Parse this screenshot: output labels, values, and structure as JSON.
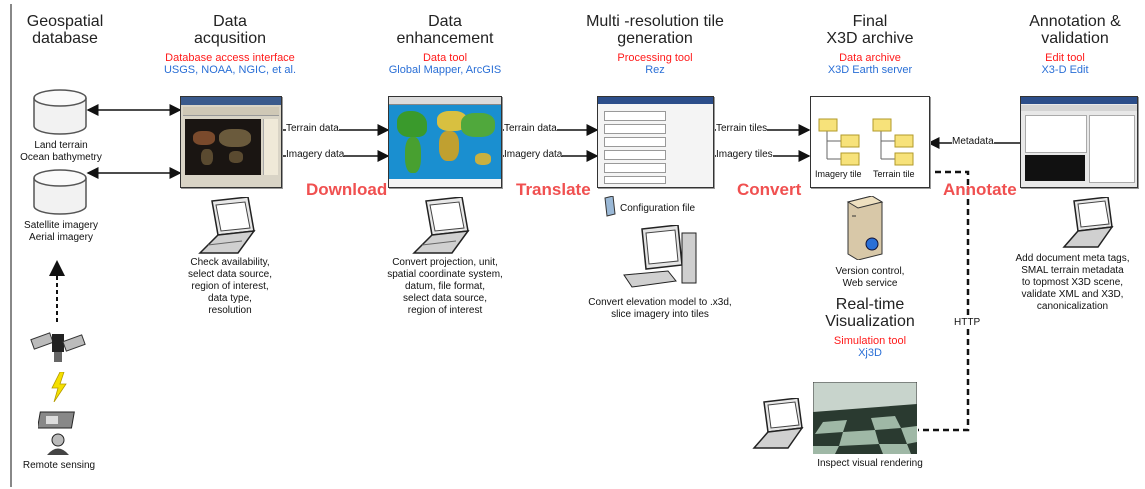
{
  "stages": {
    "geo": {
      "line1": "Geospatial",
      "line2": "database"
    },
    "acq": {
      "line1": "Data",
      "line2": "acqusition",
      "tool": "Database access interface",
      "sub": "USGS, NOAA, NGIC, et al.",
      "desc": [
        "Check availability,",
        "select data source,",
        "region of interest,",
        "data type,",
        "resolution"
      ]
    },
    "enh": {
      "line1": "Data",
      "line2": "enhancement",
      "tool": "Data tool",
      "sub": "Global Mapper, ArcGIS",
      "desc": [
        "Convert projection, unit,",
        "spatial coordinate system,",
        "datum, file format,",
        "select data source,",
        "region of interest"
      ]
    },
    "tile": {
      "line1": "Multi -resolution tile",
      "line2": "generation",
      "tool": "Processing tool",
      "sub": "Rez",
      "desc": [
        "Convert elevation model to .x3d,",
        "slice imagery into tiles"
      ],
      "config": "Configuration file"
    },
    "arch": {
      "line1": "Final",
      "line2": "X3D archive",
      "tool": "Data archive",
      "sub": "X3D Earth server",
      "desc": [
        "Version control,",
        "Web service"
      ],
      "img_tile": "Imagery tile",
      "terr_tile": "Terrain tile"
    },
    "ann": {
      "line1": "Annotation  &",
      "line2": "validation",
      "tool": "Edit tool",
      "sub": "X3-D Edit",
      "desc": [
        "Add document meta tags,",
        "SMAL terrain metadata",
        "to topmost X3D scene,",
        "validate XML and X3D,",
        "canonicalization"
      ]
    },
    "rt": {
      "line1": "Real-time",
      "line2": "Visualization",
      "tool": "Simulation tool",
      "sub": "Xj3D",
      "desc": "Inspect visual rendering"
    }
  },
  "db": {
    "top1": "Land terrain",
    "top2": "Ocean bathymetry",
    "bot1": "Satellite imagery",
    "bot2": "Aerial imagery",
    "remote": "Remote sensing"
  },
  "arrows": {
    "terrain_data": "Terrain data",
    "imagery_data": "Imagery data",
    "terrain_tiles": "Terrain tiles",
    "imagery_tiles": "Imagery tiles",
    "metadata": "Metadata",
    "http": "HTTP"
  },
  "actions": {
    "download": "Download",
    "translate": "Translate",
    "convert": "Convert",
    "annotate": "Annotate"
  }
}
